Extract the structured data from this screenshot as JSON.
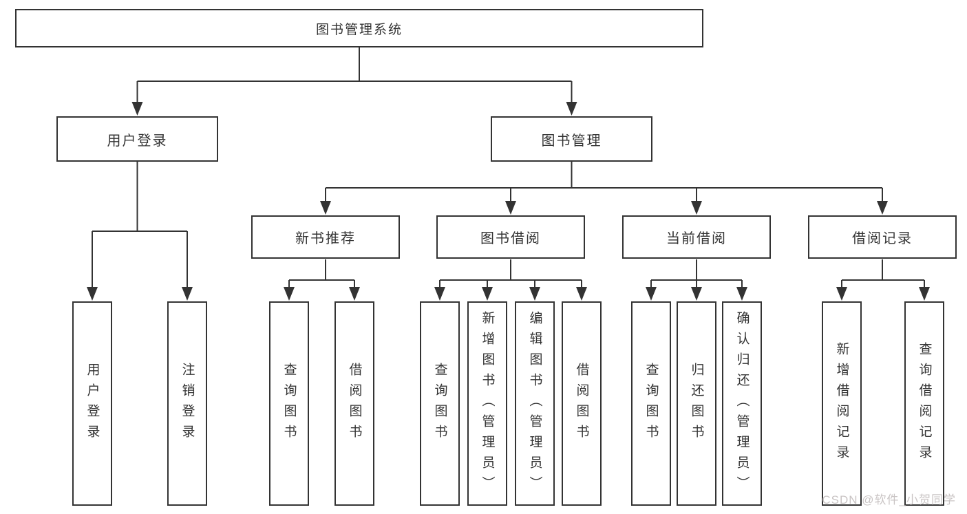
{
  "diagram_type": "hierarchy-tree",
  "colors": {
    "background": "#ffffff",
    "line": "#333333",
    "box_border": "#333333",
    "text": "#333333",
    "watermark": "#c9c4c4"
  },
  "tree": {
    "root": {
      "label": "图书管理系统",
      "children": [
        {
          "label": "用户登录",
          "children": [
            {
              "label": "用户登录"
            },
            {
              "label": "注销登录"
            }
          ]
        },
        {
          "label": "图书管理",
          "children": [
            {
              "label": "新书推荐",
              "children": [
                {
                  "label": "查询图书"
                },
                {
                  "label": "借阅图书"
                }
              ]
            },
            {
              "label": "图书借阅",
              "children": [
                {
                  "label": "查询图书"
                },
                {
                  "label": "新增图书（管理员）"
                },
                {
                  "label": "编辑图书（管理员）"
                },
                {
                  "label": "借阅图书"
                }
              ]
            },
            {
              "label": "当前借阅",
              "children": [
                {
                  "label": "查询图书"
                },
                {
                  "label": "归还图书"
                },
                {
                  "label": "确认归还（管理员）"
                }
              ]
            },
            {
              "label": "借阅记录",
              "children": [
                {
                  "label": "新增借阅记录"
                },
                {
                  "label": "查询借阅记录"
                }
              ]
            }
          ]
        }
      ]
    }
  },
  "watermark": {
    "text": "CSDN @软件_小贺同学"
  }
}
